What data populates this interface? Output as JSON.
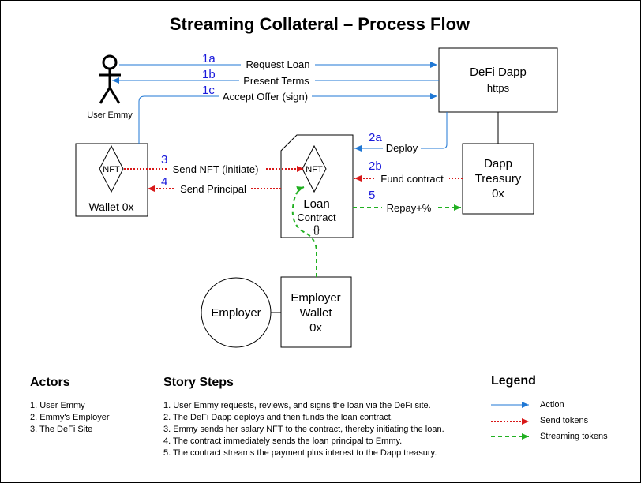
{
  "title": "Streaming Collateral – Process Flow",
  "colors": {
    "action": "#1f77d4",
    "send_tokens": "#d81818",
    "streaming_tokens": "#21b021",
    "step_number": "#1a1adb"
  },
  "nodes": {
    "user": "User Emmy",
    "dapp_title": "DeFi Dapp",
    "dapp_sub": "https",
    "treasury_l1": "Dapp",
    "treasury_l2": "Treasury",
    "treasury_l3": "0x",
    "wallet": "Wallet 0x",
    "nft": "NFT",
    "loan_l1": "Loan",
    "loan_l2": "Contract",
    "loan_l3": "{}",
    "employer": "Employer",
    "emp_wallet_l1": "Employer",
    "emp_wallet_l2": "Wallet",
    "emp_wallet_l3": "0x"
  },
  "flows": {
    "s1a_num": "1a",
    "s1a_label": "Request Loan",
    "s1b_num": "1b",
    "s1b_label": "Present Terms",
    "s1c_num": "1c",
    "s1c_label": "Accept Offer (sign)",
    "s2a_num": "2a",
    "s2a_label": "Deploy",
    "s2b_num": "2b",
    "s2b_label": "Fund contract",
    "s3_num": "3",
    "s3_label": "Send NFT (initiate)",
    "s4_num": "4",
    "s4_label": "Send Principal",
    "s5_num": "5",
    "s5_label": "Repay+%"
  },
  "actors": {
    "heading": "Actors",
    "items": [
      "1. User Emmy",
      "2. Emmy's Employer",
      "3. The DeFi Site"
    ]
  },
  "story": {
    "heading": "Story Steps",
    "items": [
      "1. User Emmy requests, reviews, and signs the loan via the DeFi site.",
      "2. The DeFi Dapp deploys and then funds the loan contract.",
      "3. Emmy sends her salary NFT to the contract, thereby initiating the loan.",
      "4. The contract immediately sends the loan principal to Emmy.",
      "5. The contract streams the payment plus interest to the Dapp treasury."
    ]
  },
  "legend": {
    "heading": "Legend",
    "items": [
      "Action",
      "Send tokens",
      "Streaming tokens"
    ]
  }
}
